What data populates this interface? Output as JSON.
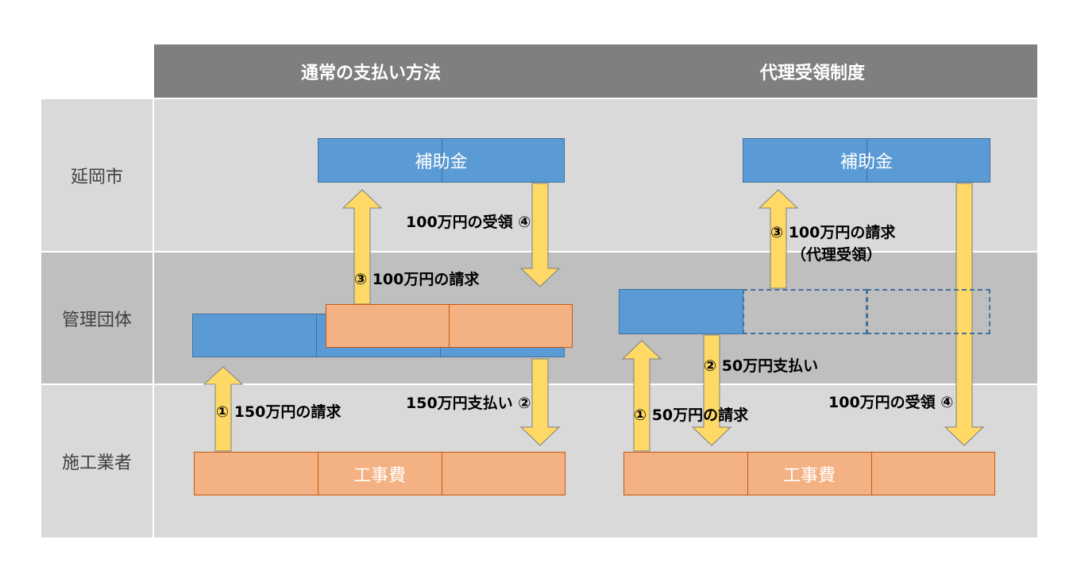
{
  "headers": {
    "normal": "通常の支払い方法",
    "agency": "代理受領制度"
  },
  "rows": {
    "city": "延岡市",
    "org": "管理団体",
    "contractor": "施工業者"
  },
  "boxes": {
    "subsidy_left": "補助金",
    "subsidy_right": "補助金",
    "cost_left": "工事費",
    "cost_right": "工事費"
  },
  "labels": {
    "l1": "① 150万円の請求",
    "l2": "150万円支払い ②",
    "l3": "③ 100万円の請求",
    "l4": "100万円の受領 ④",
    "r1": "① 50万円の請求",
    "r2": "② 50万円支払い",
    "r3_line1": "③ 100万円の請求",
    "r3_line2": "（代理受領）",
    "r4": "100万円の受領 ④"
  },
  "colors": {
    "header_bg": "#7f7f7f",
    "band_light": "#d9d9d9",
    "band_dark": "#bfbfbf",
    "blue_box": "#5b9bd5",
    "orange_box": "#f4b183",
    "arrow": "#ffd966"
  }
}
